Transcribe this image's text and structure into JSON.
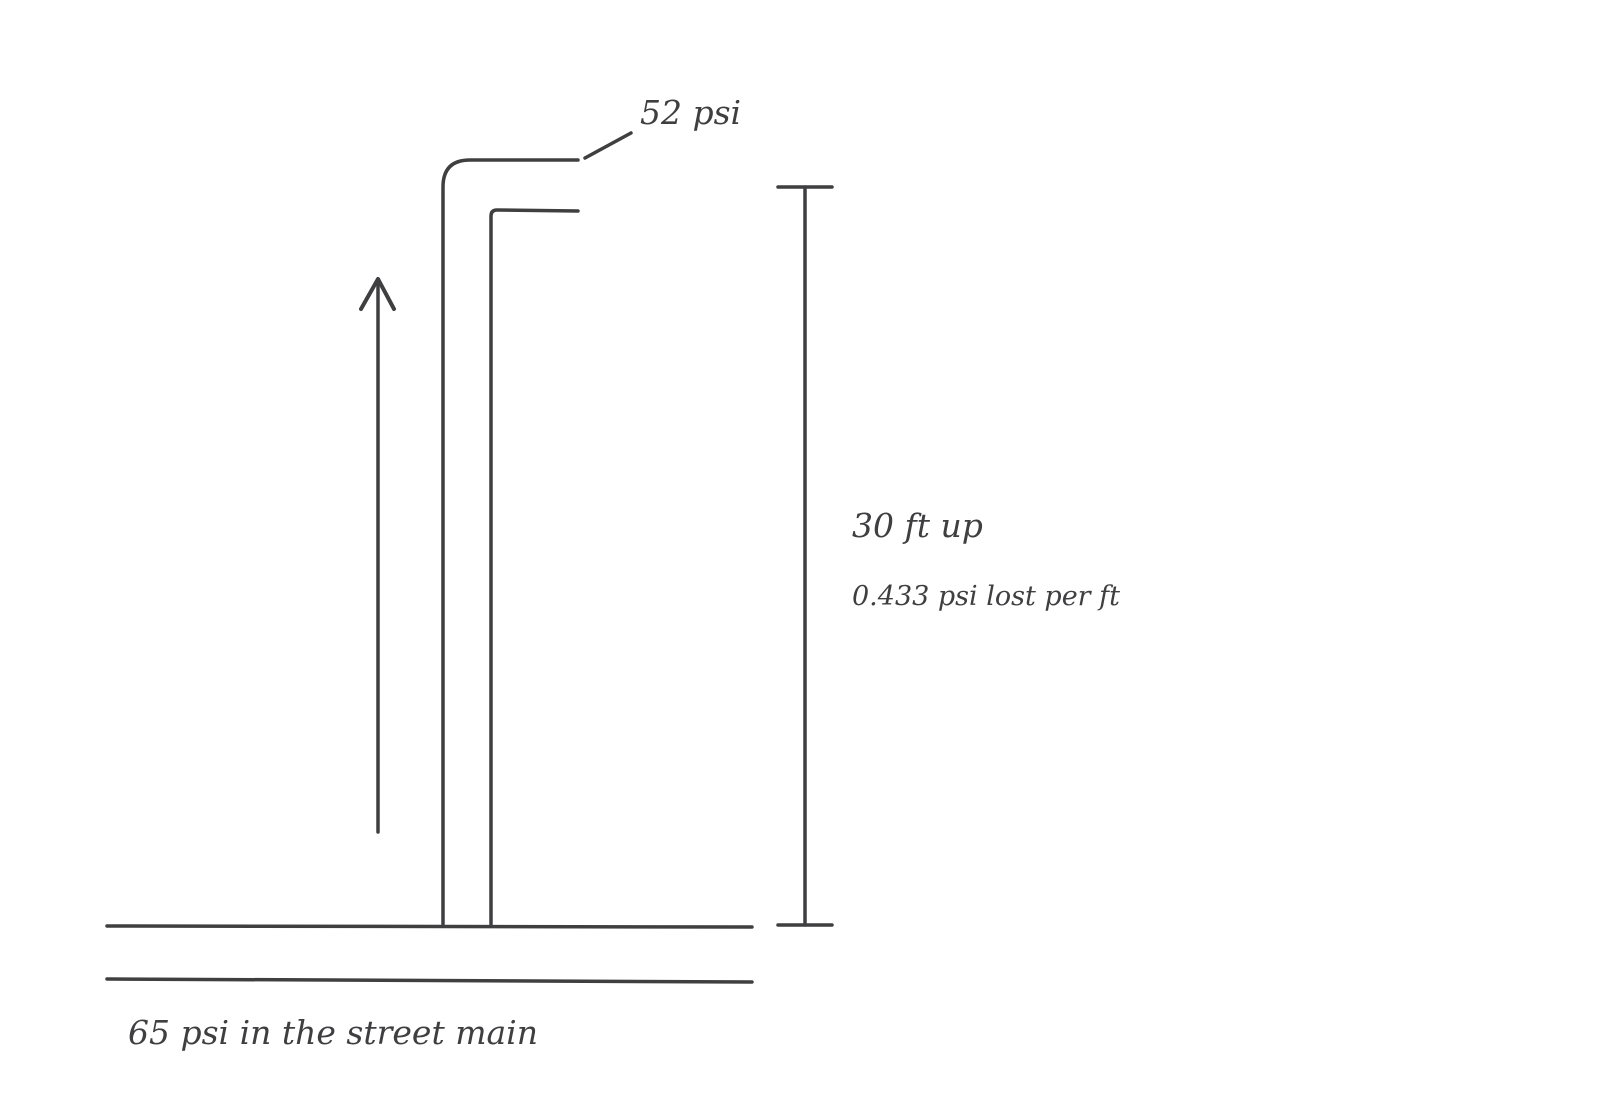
{
  "colors": {
    "ink": "#3f3f42",
    "background": "#ffffff"
  },
  "labels": {
    "outlet_pressure": "52 psi",
    "rise_height": "30 ft up",
    "loss_rate": "0.433 psi lost per ft",
    "main_pressure": "65 psi in the street main"
  },
  "icons": {
    "flow_direction": "arrow-up-icon",
    "height_dimension": "dimension-bar"
  }
}
